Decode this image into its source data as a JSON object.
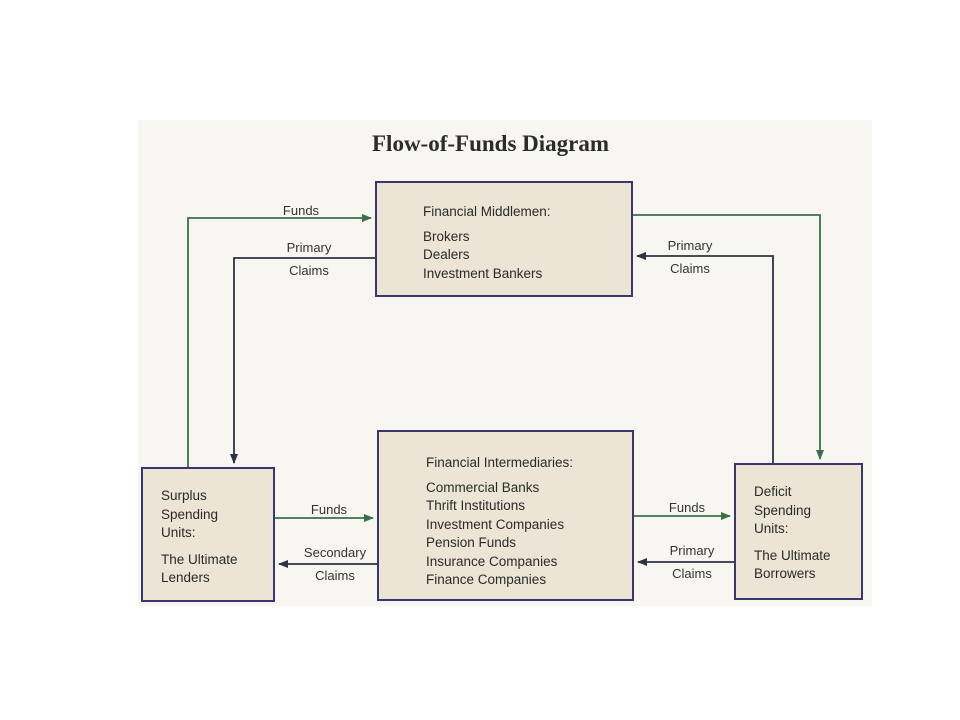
{
  "title": "Flow-of-Funds Diagram",
  "colors": {
    "funds_arrow": "#3d6e4c",
    "claims_arrow": "#2c3442",
    "box_fill": "#ece5d6",
    "box_border": "#3b3570"
  },
  "boxes": {
    "middlemen": {
      "heading": "Financial Middlemen:",
      "items": [
        "Brokers",
        "Dealers",
        "Investment Bankers"
      ]
    },
    "intermediaries": {
      "heading": "Financial Intermediaries:",
      "items": [
        "Commercial Banks",
        "Thrift Institutions",
        "Investment Companies",
        "Pension Funds",
        "Insurance Companies",
        "Finance Companies"
      ]
    },
    "surplus": {
      "lines": [
        "Surplus",
        "Spending",
        "Units:"
      ],
      "sub": [
        "The Ultimate",
        "Lenders"
      ]
    },
    "deficit": {
      "lines": [
        "Deficit",
        "Spending",
        "Units:"
      ],
      "sub": [
        "The Ultimate",
        "Borrowers"
      ]
    }
  },
  "labels": {
    "top_left_funds": "Funds",
    "top_left_claims": [
      "Primary",
      "Claims"
    ],
    "top_right_claims": [
      "Primary",
      "Claims"
    ],
    "bottom_left_funds": "Funds",
    "bottom_left_claims": [
      "Secondary",
      "Claims"
    ],
    "bottom_right_funds": "Funds",
    "bottom_right_claims": [
      "Primary",
      "Claims"
    ]
  }
}
